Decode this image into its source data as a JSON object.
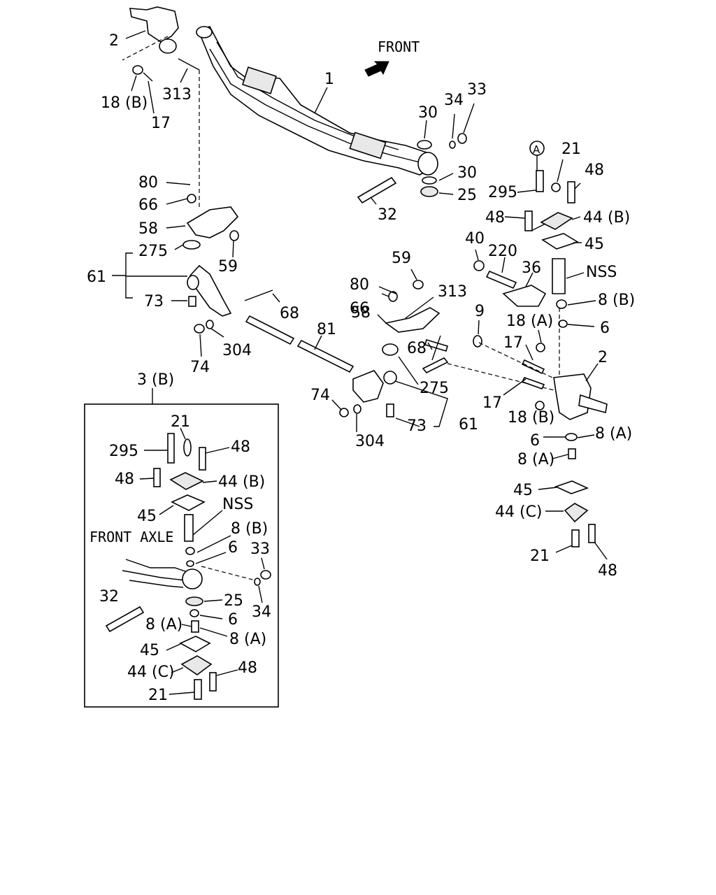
{
  "headings": {
    "front_arrow": "FRONT",
    "inset_title": "3 (B)",
    "inset_front_axle": "FRONT  AXLE",
    "circled_a": "A"
  },
  "callouts": {
    "c_2_top": "2",
    "c_18b_top": "18 (B)",
    "c_313_top": "313",
    "c_17_top": "17",
    "c_1": "1",
    "c_30_a": "30",
    "c_34_top": "34",
    "c_33_top": "33",
    "c_30_b": "30",
    "c_25_top": "25",
    "c_32_top": "32",
    "c_80_left": "80",
    "c_66_left": "66",
    "c_58_left": "58",
    "c_275_left": "275",
    "c_59_left": "59",
    "c_61_left": "61",
    "c_73_left": "73",
    "c_68_left": "68",
    "c_74_left": "74",
    "c_304_left": "304",
    "c_81": "81",
    "c_80_mid": "80",
    "c_59_mid": "59",
    "c_66_mid": "66",
    "c_313_mid": "313",
    "c_58_mid": "58",
    "c_68_mid": "68",
    "c_275_mid": "275",
    "c_74_mid": "74",
    "c_304_mid": "304",
    "c_73_mid": "73",
    "c_61_mid": "61",
    "c_21_r": "21",
    "c_48_r1": "48",
    "c_295_r": "295",
    "c_48_r2": "48",
    "c_44b_r": "44 (B)",
    "c_45_r": "45",
    "c_40": "40",
    "c_220": "220",
    "c_36": "36",
    "c_nss_r": "NSS",
    "c_8b_r": "8 (B)",
    "c_9": "9",
    "c_18a_r": "18 (A)",
    "c_6_r1": "6",
    "c_17_r1": "17",
    "c_2_r": "2",
    "c_17_r2": "17",
    "c_18b_r": "18 (B)",
    "c_6_r2": "6",
    "c_8a_r1": "8 (A)",
    "c_8a_r2": "8 (A)",
    "c_45_r2": "45",
    "c_44c_r": "44 (C)",
    "c_21_r2": "21",
    "c_48_r3": "48",
    "i_21_top": "21",
    "i_295": "295",
    "i_48_1": "48",
    "i_48_2": "48",
    "i_44b": "44 (B)",
    "i_45_1": "45",
    "i_nss": "NSS",
    "i_8b": "8 (B)",
    "i_6_1": "6",
    "i_33": "33",
    "i_32": "32",
    "i_25": "25",
    "i_34": "34",
    "i_6_2": "6",
    "i_8a_1": "8 (A)",
    "i_8a_2": "8 (A)",
    "i_45_2": "45",
    "i_44c": "44 (C)",
    "i_48_3": "48",
    "i_21_bot": "21"
  }
}
